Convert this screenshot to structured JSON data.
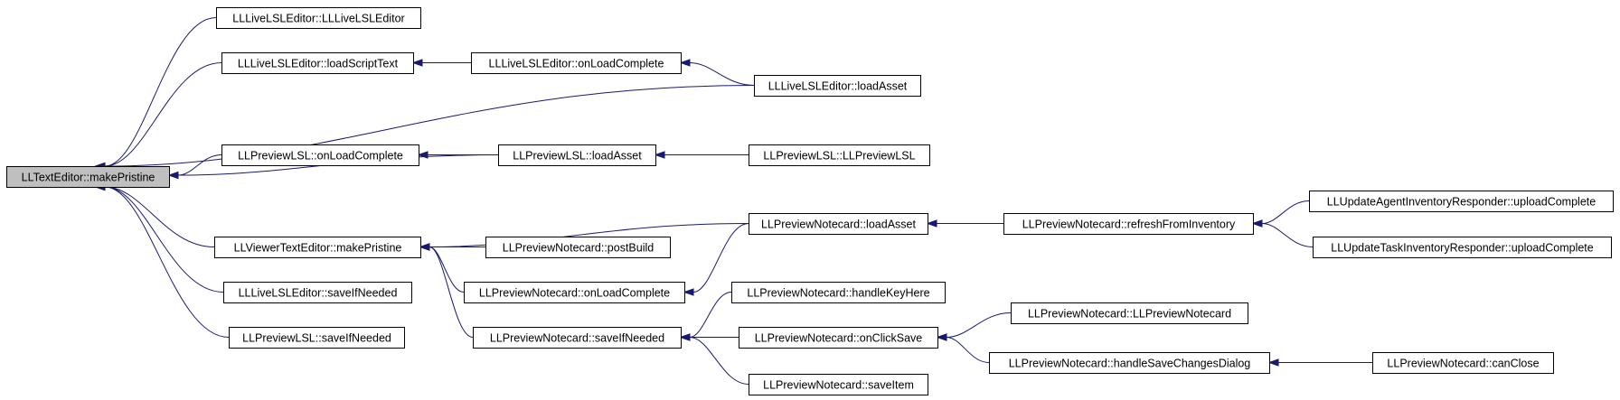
{
  "colors": {
    "edge": "#191970",
    "root_fill": "#bfbfbf",
    "node_fill": "#ffffff",
    "border": "#000000"
  },
  "nodes": {
    "n0": "LLTextEditor::makePristine",
    "n1": "LLLiveLSLEditor::LLLiveLSLEditor",
    "n2": "LLLiveLSLEditor::loadScriptText",
    "n3": "LLLiveLSLEditor::onLoadComplete",
    "n4": "LLLiveLSLEditor::loadAsset",
    "n5": "LLPreviewLSL::onLoadComplete",
    "n6": "LLPreviewLSL::loadAsset",
    "n7": "LLPreviewLSL::LLPreviewLSL",
    "n8": "LLViewerTextEditor::makePristine",
    "n9": "LLPreviewNotecard::loadAsset",
    "n10": "LLPreviewNotecard::refreshFromInventory",
    "n11": "LLUpdateAgentInventoryResponder::uploadComplete",
    "n12": "LLUpdateTaskInventoryResponder::uploadComplete",
    "n13": "LLPreviewNotecard::postBuild",
    "n14": "LLPreviewNotecard::onLoadComplete",
    "n15": "LLLiveLSLEditor::saveIfNeeded",
    "n16": "LLPreviewNotecard::handleKeyHere",
    "n17": "LLPreviewNotecard::LLPreviewNotecard",
    "n18": "LLPreviewLSL::saveIfNeeded",
    "n19": "LLPreviewNotecard::saveIfNeeded",
    "n20": "LLPreviewNotecard::onClickSave",
    "n21": "LLPreviewNotecard::handleSaveChangesDialog",
    "n22": "LLPreviewNotecard::canClose",
    "n23": "LLPreviewNotecard::saveItem"
  }
}
